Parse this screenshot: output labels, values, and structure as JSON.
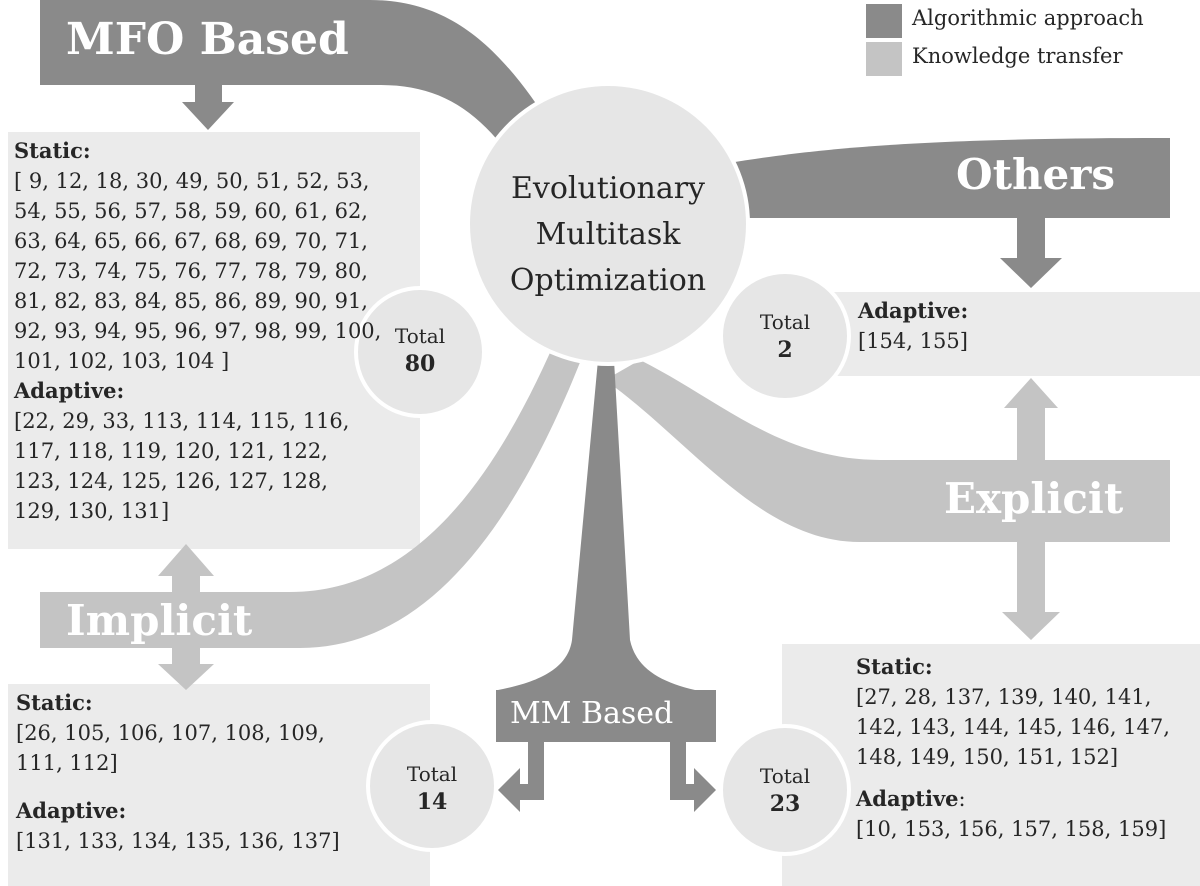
{
  "legend": [
    {
      "label": "Algorithmic approach",
      "color": "#8a8a8a"
    },
    {
      "label": "Knowledge transfer",
      "color": "#c4c4c4"
    }
  ],
  "center": {
    "lines": [
      "Evolutionary",
      "Multitask",
      "Optimization"
    ]
  },
  "banners": {
    "mfo": "MFO Based",
    "others": "Others",
    "implicit": "Implicit",
    "explicit": "Explicit",
    "mm": "MM Based"
  },
  "boxes": {
    "mfo": {
      "static_label": "Static:",
      "static_values": "[ 9, 12, 18, 30, 49, 50, 51, 52, 53, 54, 55, 56, 57, 58, 59, 60, 61, 62, 63, 64, 65, 66, 67, 68, 69, 70, 71, 72, 73, 74, 75, 76, 77, 78, 79, 80, 81, 82, 83, 84, 85, 86, 89, 90, 91, 92, 93, 94, 95, 96, 97, 98, 99, 100, 101, 102, 103, 104 ]",
      "adaptive_label": "Adaptive:",
      "adaptive_values": "[22, 29, 33, 113, 114, 115, 116, 117, 118, 119, 120, 121, 122, 123, 124, 125, 126, 127, 128, 129, 130, 131]"
    },
    "others": {
      "adaptive_label": "Adaptive:",
      "adaptive_values": "[154, 155]"
    },
    "implicit": {
      "static_label": "Static:",
      "static_values": "[26, 105, 106, 107, 108, 109, 111, 112]",
      "adaptive_label": "Adaptive:",
      "adaptive_values": "[131, 133, 134, 135, 136, 137]"
    },
    "explicit": {
      "static_label": "Static:",
      "static_values": "[27, 28, 137, 139, 140, 141, 142, 143, 144, 145, 146, 147, 148, 149, 150, 151, 152]",
      "adaptive_label": "Adaptive",
      "adaptive_colon": ":",
      "adaptive_values": "[10, 153, 156, 157, 158, 159]"
    }
  },
  "totals": {
    "label": "Total",
    "mfo": "80",
    "others": "2",
    "implicit": "14",
    "explicit": "23"
  },
  "colors": {
    "dark": "#8a8a8a",
    "light": "#c4c4c4",
    "box": "#ebebeb",
    "circle": "#e6e6e6",
    "text": "#262626"
  }
}
